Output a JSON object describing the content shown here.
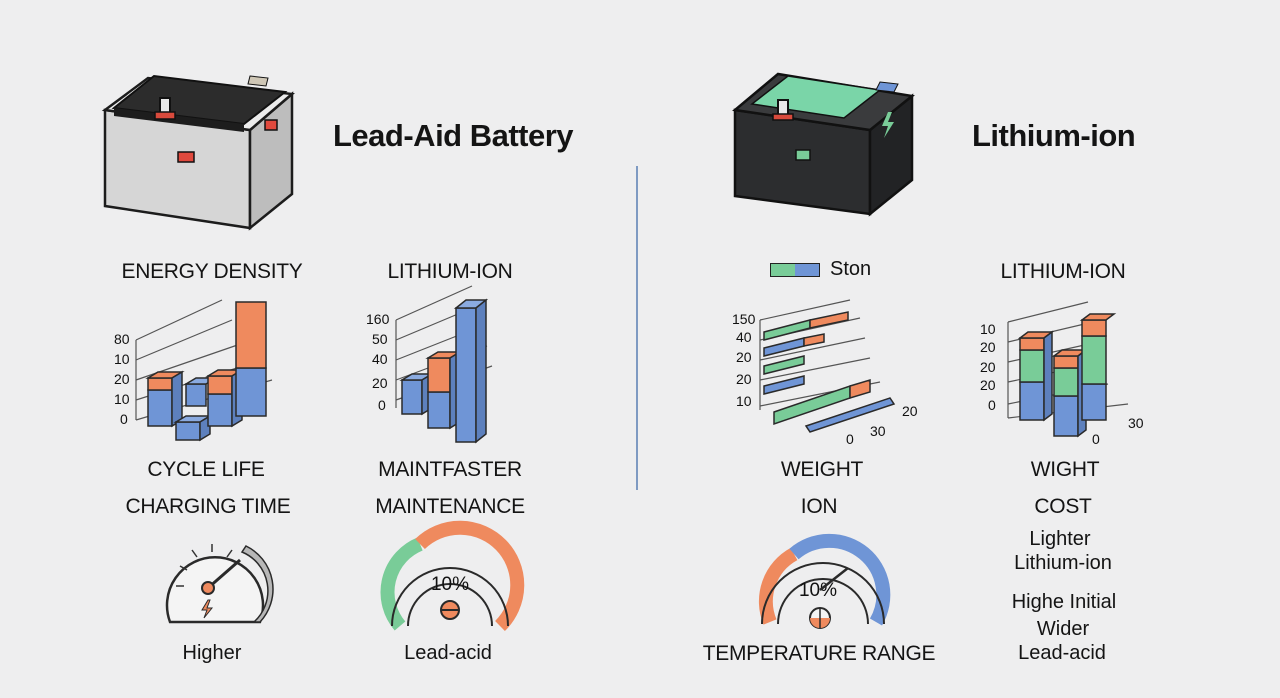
{
  "left": {
    "title": "Lead-Aid Battery",
    "chart1": {
      "label": "ENERGY DENSITY",
      "ticks": [
        "80",
        "10",
        "20",
        "10",
        "0"
      ]
    },
    "chart2": {
      "label": "LITHIUM-ION",
      "ticks": [
        "160",
        "50",
        "40",
        "20",
        "0"
      ]
    },
    "row1": [
      "CYCLE LIFE",
      "MAINTFASTER"
    ],
    "row2": [
      "CHARGING TIME",
      "MAINTENANCE"
    ],
    "gauge1": {
      "caption": "Higher"
    },
    "gauge2": {
      "value": "10%",
      "caption": "Lead-acid"
    }
  },
  "right": {
    "title": "Lithium-ion",
    "chart3": {
      "legend": "Ston",
      "ticks": [
        "150",
        "40",
        "20",
        "20",
        "10"
      ],
      "xticks": [
        "0",
        "30",
        "20"
      ]
    },
    "chart4": {
      "label": "LITHIUM-ION",
      "ticks": [
        "10",
        "20",
        "20",
        "20",
        "0"
      ],
      "xticks": [
        "0",
        "30"
      ]
    },
    "row1": [
      "WEIGHT",
      "WIGHT"
    ],
    "row2": [
      "ION",
      "COST"
    ],
    "gauge3": {
      "value": "10%",
      "caption": "TEMPERATURE RANGE"
    },
    "notes": [
      "Lighter",
      "Lithium-ion",
      "Highe Initial",
      "Wider",
      "Lead-acid"
    ]
  },
  "colors": {
    "orange": "#ef8a5e",
    "blue": "#6f95d6",
    "green": "#79cc98",
    "red": "#e0493d",
    "dark": "#2a2a2a"
  }
}
